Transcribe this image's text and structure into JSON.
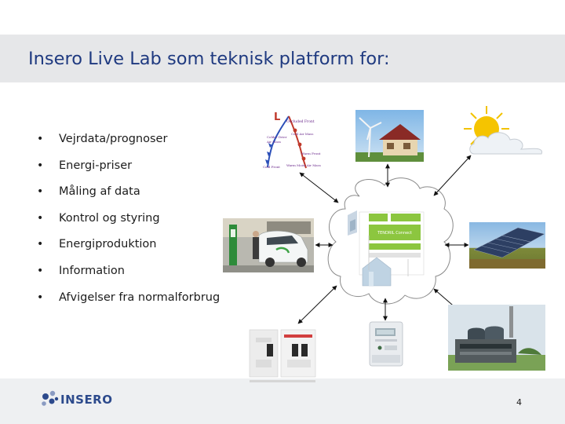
{
  "slide": {
    "title": "Insero Live Lab som teknisk platform for:",
    "bullets": [
      "Vejrdata/prognoser",
      "Energi-priser",
      "Måling af data",
      "Kontrol og styring",
      "Energiproduktion",
      "Information",
      "Afvigelser fra normalforbrug"
    ],
    "page_number": "4"
  },
  "logo": {
    "text": "INSERO"
  },
  "diagram": {
    "cloud_app": {
      "product_label": "TENDRIL Connect"
    },
    "icons": [
      "weather-map-icon",
      "house-wind-turbine-icon",
      "sun-cloud-icon",
      "electric-car-charging-icon",
      "solar-panels-icon",
      "circuit-breakers-icon",
      "electricity-meter-icon",
      "power-plant-icon"
    ]
  },
  "colors": {
    "title": "#1f3a80",
    "title_band": "#e6e7e9",
    "footer": "#eef0f2",
    "logo": "#2c4a8c",
    "accent_green": "#8cc63f"
  }
}
